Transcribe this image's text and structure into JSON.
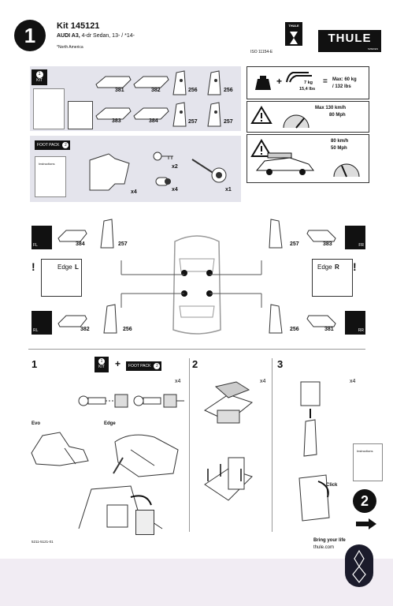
{
  "header": {
    "step_number": "1",
    "kit_title": "Kit 145121",
    "vehicle_make_model": "AUDI A3,",
    "vehicle_desc": "4-dr Sedan, 13- / *14-",
    "region_note": "*North America",
    "iso": "ISO 11154-E",
    "brand": "THULE",
    "brand_sub": "SWEDEN",
    "badge_text": "THULE"
  },
  "kit_panel": {
    "kit_label": "KIT",
    "kit_num": "1",
    "parts": [
      "381",
      "382",
      "256",
      "256",
      "383",
      "384",
      "257",
      "257"
    ]
  },
  "foot_pack_panel": {
    "label": "FOOT PACK",
    "num": "2",
    "instructions": "Instructions",
    "qty_pads": "x4",
    "qty_keys": "x2",
    "qty_locks": "x4",
    "qty_tool": "x1"
  },
  "load_panel": {
    "weight1": "7 kg",
    "weight2": "15,4 lbs",
    "max": "Max: 60 kg",
    "max_lbs": "/ 132 lbs"
  },
  "speed_panel": {
    "max_speed_kmh": "Max  130 km/h",
    "max_speed_mph": "80 Mph"
  },
  "speed_panel2": {
    "kmh": "80 km/h",
    "mph": "50 Mph"
  },
  "positions": {
    "fl": {
      "tag": "FL",
      "a": "384",
      "b": "257"
    },
    "fr": {
      "tag": "FR",
      "a": "257",
      "b": "383"
    },
    "rl": {
      "tag": "RL",
      "a": "382",
      "b": "256"
    },
    "rr": {
      "tag": "RR",
      "a": "256",
      "b": "381"
    },
    "edge_l": "Edge",
    "edge_l_letter": "L",
    "edge_r": "Edge",
    "edge_r_letter": "R"
  },
  "steps": {
    "s1": "1",
    "s1_kit": "KIT",
    "s1_kit_num": "1",
    "s1_plus": "+",
    "s1_foot": "FOOT PACK",
    "s1_foot_num": "2",
    "s1_x4": "x4",
    "evo": "Evo",
    "edge": "Edge",
    "s2": "2",
    "s2_x4": "x4",
    "s3": "3",
    "s3_x4": "x4",
    "s3_instructions": "Instructions",
    "click": "Click",
    "next_step": "2"
  },
  "footer": {
    "doc_code": "5211-5121-01",
    "slogan": "Bring your life",
    "url": "thule.com"
  }
}
